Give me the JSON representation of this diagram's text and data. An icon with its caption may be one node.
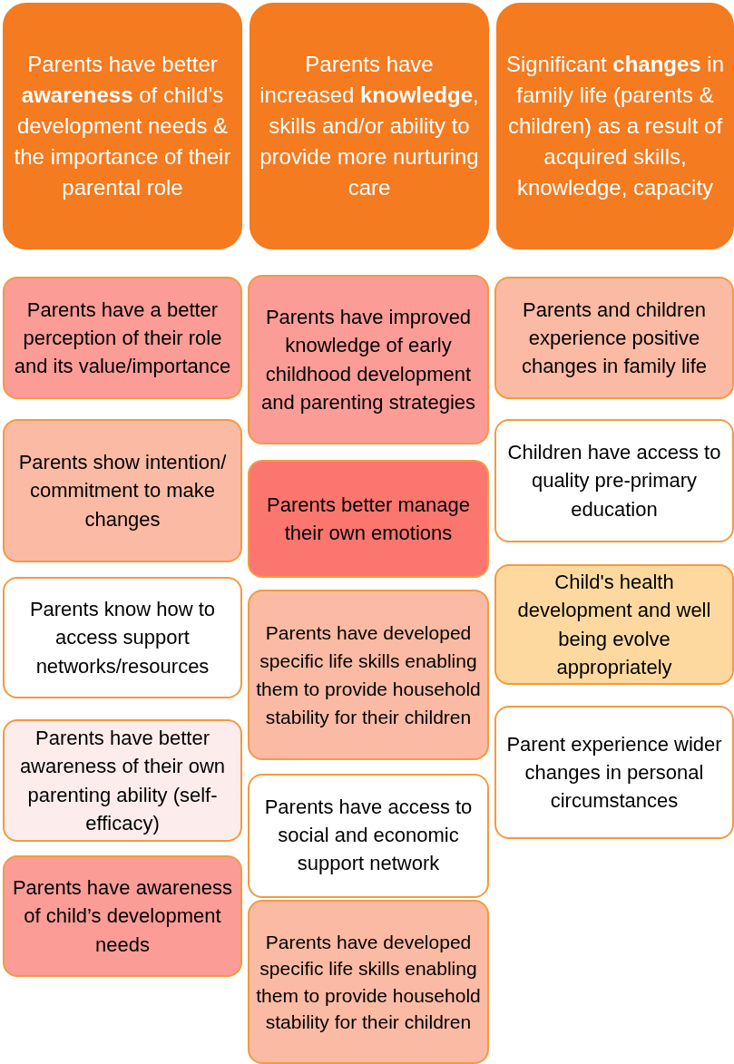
{
  "diagram": {
    "nodes": [
      {
        "text": [
          "Parents have better **awareness** of child’s development needs & the importance of their parental role"
        ]
      },
      {
        "text": [
          "Parents have increased **knowledge**, skills and/or ability to provide more nurturing care"
        ]
      },
      {
        "text": [
          "Significant **changes** in family life (parents & children) as a result of acquired skills, knowledge, capacity"
        ]
      },
      {
        "text": [
          "Parents have a better perception of their role and its value/importance"
        ]
      },
      {
        "text": [
          "Parents show intention/ commitment to make changes"
        ]
      },
      {
        "text": [
          "Parents know how to access support networks/resources"
        ]
      },
      {
        "text": [
          "Parents have better awareness of their own parenting ability (self-efficacy)"
        ]
      },
      {
        "text": [
          "Parents have awareness of child’s development needs"
        ]
      },
      {
        "text": [
          "Parents have improved knowledge of early childhood development and parenting strategies"
        ]
      },
      {
        "text": [
          "Parents better manage their own emotions"
        ]
      },
      {
        "text": [
          "Parents have developed specific life skills enabling them to provide household stability for their children"
        ]
      },
      {
        "text": [
          "Parents have access to social and economic support network"
        ]
      },
      {
        "text": [
          "Parents have developed specific life skills enabling them to provide household stability for their children"
        ]
      },
      {
        "text": [
          "Parents and children experience positive changes in family life"
        ]
      },
      {
        "text": [
          "Children have access to quality pre-primary education"
        ]
      },
      {
        "text": [
          "Child's health development and well being evolve appropriately"
        ]
      },
      {
        "text": [
          "Parent experience wider changes in personal circumstances"
        ]
      }
    ]
  }
}
